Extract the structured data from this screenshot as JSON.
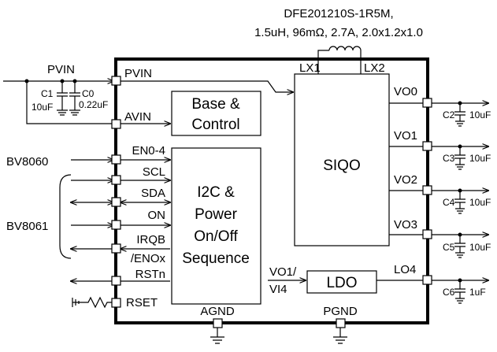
{
  "inductor": {
    "part": "DFE201210S-1R5M,",
    "spec": "1.5uH, 96mΩ, 2.7A, 2.0x1.2x1.0"
  },
  "blocks": {
    "base_control": [
      "Base &",
      "Control"
    ],
    "sequence": [
      "I2C &",
      "Power",
      "On/Off",
      "Sequence"
    ],
    "siqo": "SIQO",
    "ldo": "LDO"
  },
  "left_pins": {
    "pvin": "PVIN",
    "avin": "AVIN",
    "en": "EN0-4",
    "scl": "SCL",
    "sda": "SDA",
    "on": "ON",
    "irqb": "IRQB",
    "enox": "/ENOx",
    "rstn": "RSTn",
    "rset": "RSET"
  },
  "siqo_pins": {
    "lx1": "LX1",
    "lx2": "LX2"
  },
  "right_pins": {
    "vo0": "VO0",
    "vo1": "VO1",
    "vo2": "VO2",
    "vo3": "VO3",
    "lo4": "LO4"
  },
  "ldo_input": [
    "VO1/",
    "VI4"
  ],
  "bottom_pins": {
    "agnd": "AGND",
    "pgnd": "PGND"
  },
  "external": {
    "pvin": "PVIN",
    "c1": "C1",
    "c1_val": "10uF",
    "c0": "C0",
    "c0_val": "0.22uF",
    "bv8060": "BV8060",
    "bv8061": "BV8061"
  },
  "caps": {
    "c2": {
      "name": "C2",
      "value": "10uF"
    },
    "c3": {
      "name": "C3",
      "value": "10uF"
    },
    "c4": {
      "name": "C4",
      "value": "10uF"
    },
    "c5": {
      "name": "C5",
      "value": "10uF"
    },
    "c6": {
      "name": "C6",
      "value": "1uF"
    }
  }
}
